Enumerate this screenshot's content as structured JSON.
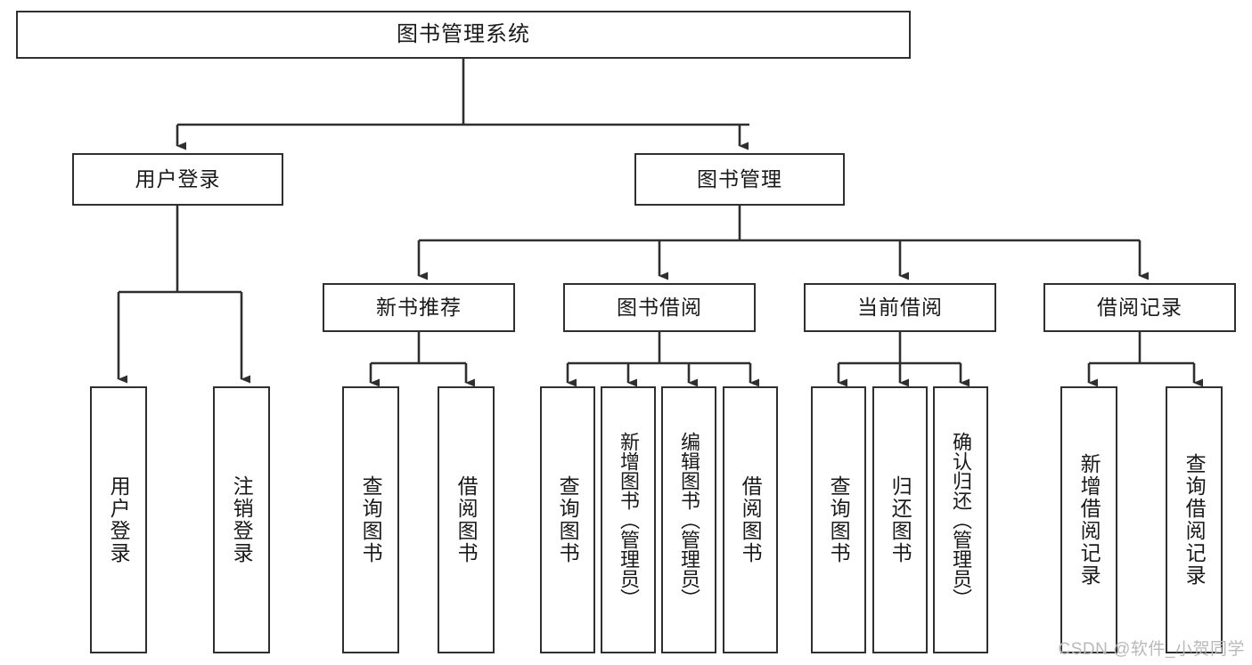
{
  "diagram": {
    "type": "tree",
    "title": "图书管理系统",
    "watermark": "CSDN @软件_小贺同学",
    "colors": {
      "box_border": "#2f2f2f",
      "box_fill": "#ffffff",
      "connector": "#2f2f2f",
      "text": "#1a1a1a",
      "watermark": "#b9b9b9"
    },
    "nodes": {
      "root": {
        "label": "图书管理系统"
      },
      "level2": [
        {
          "label": "用户登录"
        },
        {
          "label": "图书管理"
        }
      ],
      "level3": [
        {
          "label": "新书推荐"
        },
        {
          "label": "图书借阅"
        },
        {
          "label": "当前借阅"
        },
        {
          "label": "借阅记录"
        }
      ],
      "leaves": {
        "user_login": [
          {
            "label": "用户登录"
          },
          {
            "label": "注销登录"
          }
        ],
        "new_book": [
          {
            "label": "查询图书"
          },
          {
            "label": "借阅图书"
          }
        ],
        "book_borrow": [
          {
            "label": "查询图书"
          },
          {
            "label": "新增图书（管理员）"
          },
          {
            "label": "编辑图书（管理员）"
          },
          {
            "label": "借阅图书"
          }
        ],
        "current_borrow": [
          {
            "label": "查询图书"
          },
          {
            "label": "归还图书"
          },
          {
            "label": "确认归还（管理员）"
          }
        ],
        "borrow_record": [
          {
            "label": "新增借阅记录"
          },
          {
            "label": "查询借阅记录"
          }
        ]
      }
    }
  }
}
